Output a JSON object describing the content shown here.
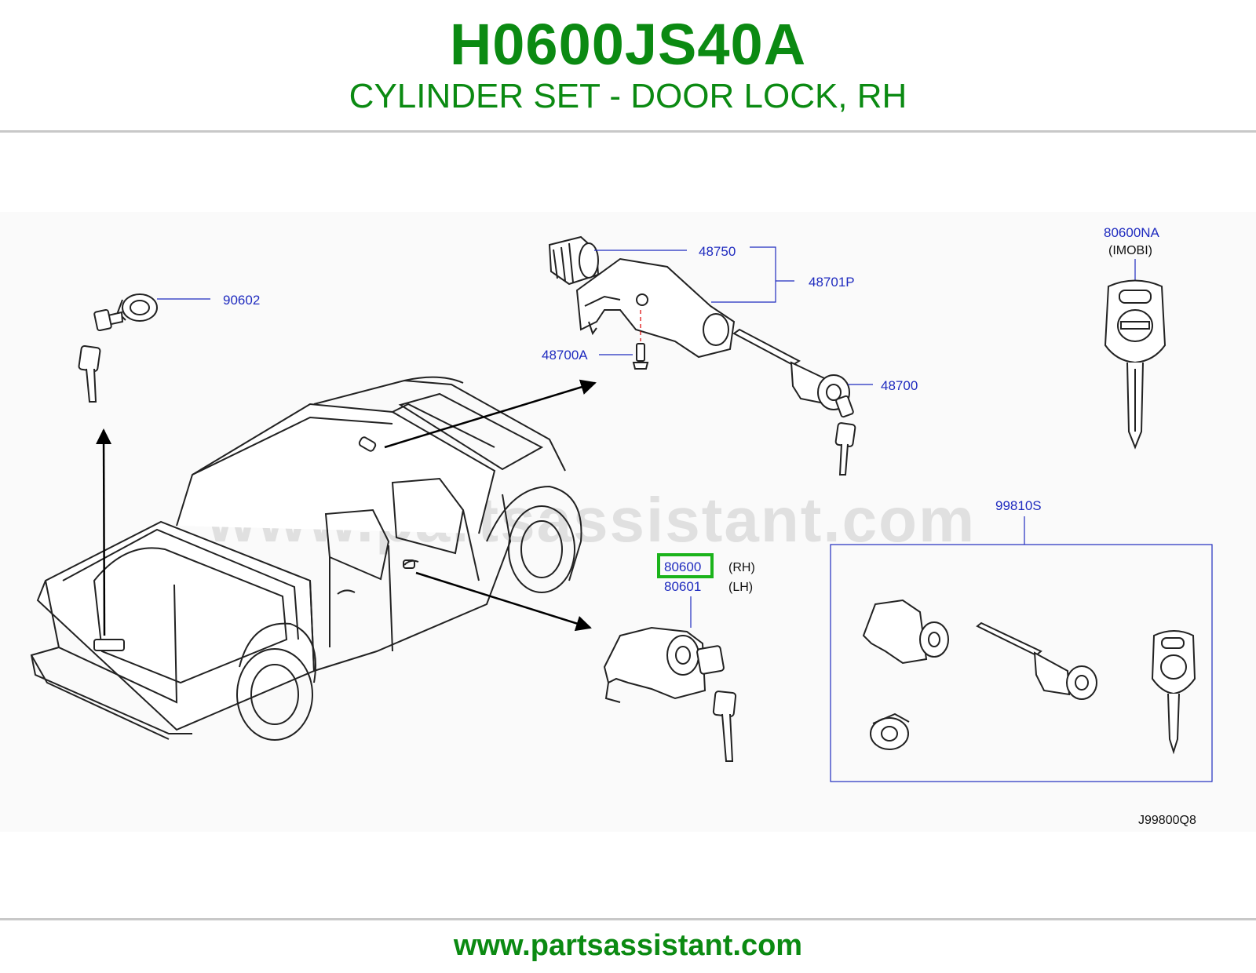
{
  "header": {
    "part_number": "H0600JS40A",
    "part_name": "CYLINDER SET - DOOR LOCK, RH"
  },
  "diagram": {
    "watermark": "www.partsassistant.com",
    "code": "J99800Q8",
    "callouts": {
      "c90602": "90602",
      "c48750": "48750",
      "c48701p": "48701P",
      "c48700a": "48700A",
      "c48700": "48700",
      "c80600na": "80600NA",
      "imobi": "(IMOBI)",
      "c99810s": "99810S",
      "c80600": "80600",
      "rh": "(RH)",
      "c80601": "80601",
      "lh": "(LH)"
    },
    "highlight_color": "#1bb31b"
  },
  "footer": {
    "url": "www.partsassistant.com"
  }
}
